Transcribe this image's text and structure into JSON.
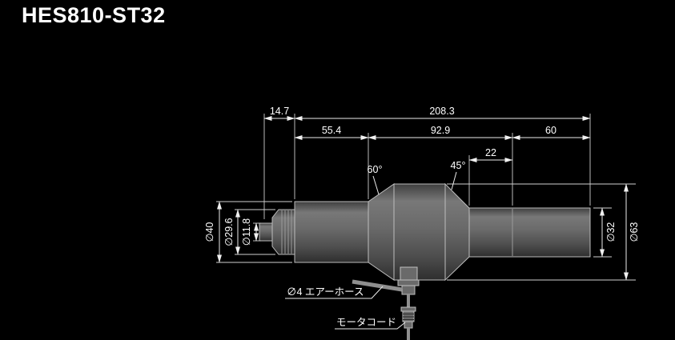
{
  "title": "HES810-ST32",
  "colors": {
    "background": "#000000",
    "line": "#e8e8e8",
    "text": "#ffffff",
    "body_fill": "#5f5f5f"
  },
  "dims": {
    "nose_length": "14.7",
    "overall_length": "208.3",
    "front_length": "55.4",
    "middle_length": "92.9",
    "rear_length": "60",
    "step_length": "22",
    "front_angle": "60°",
    "rear_angle": "45°",
    "front_dia": "∅40",
    "nose_dia": "∅29.6",
    "tool_dia": "∅11.8",
    "shaft_dia": "∅32",
    "body_dia": "∅63"
  },
  "callouts": {
    "air_hose": "∅4 エアーホース",
    "motor_cord": "モータコード"
  }
}
